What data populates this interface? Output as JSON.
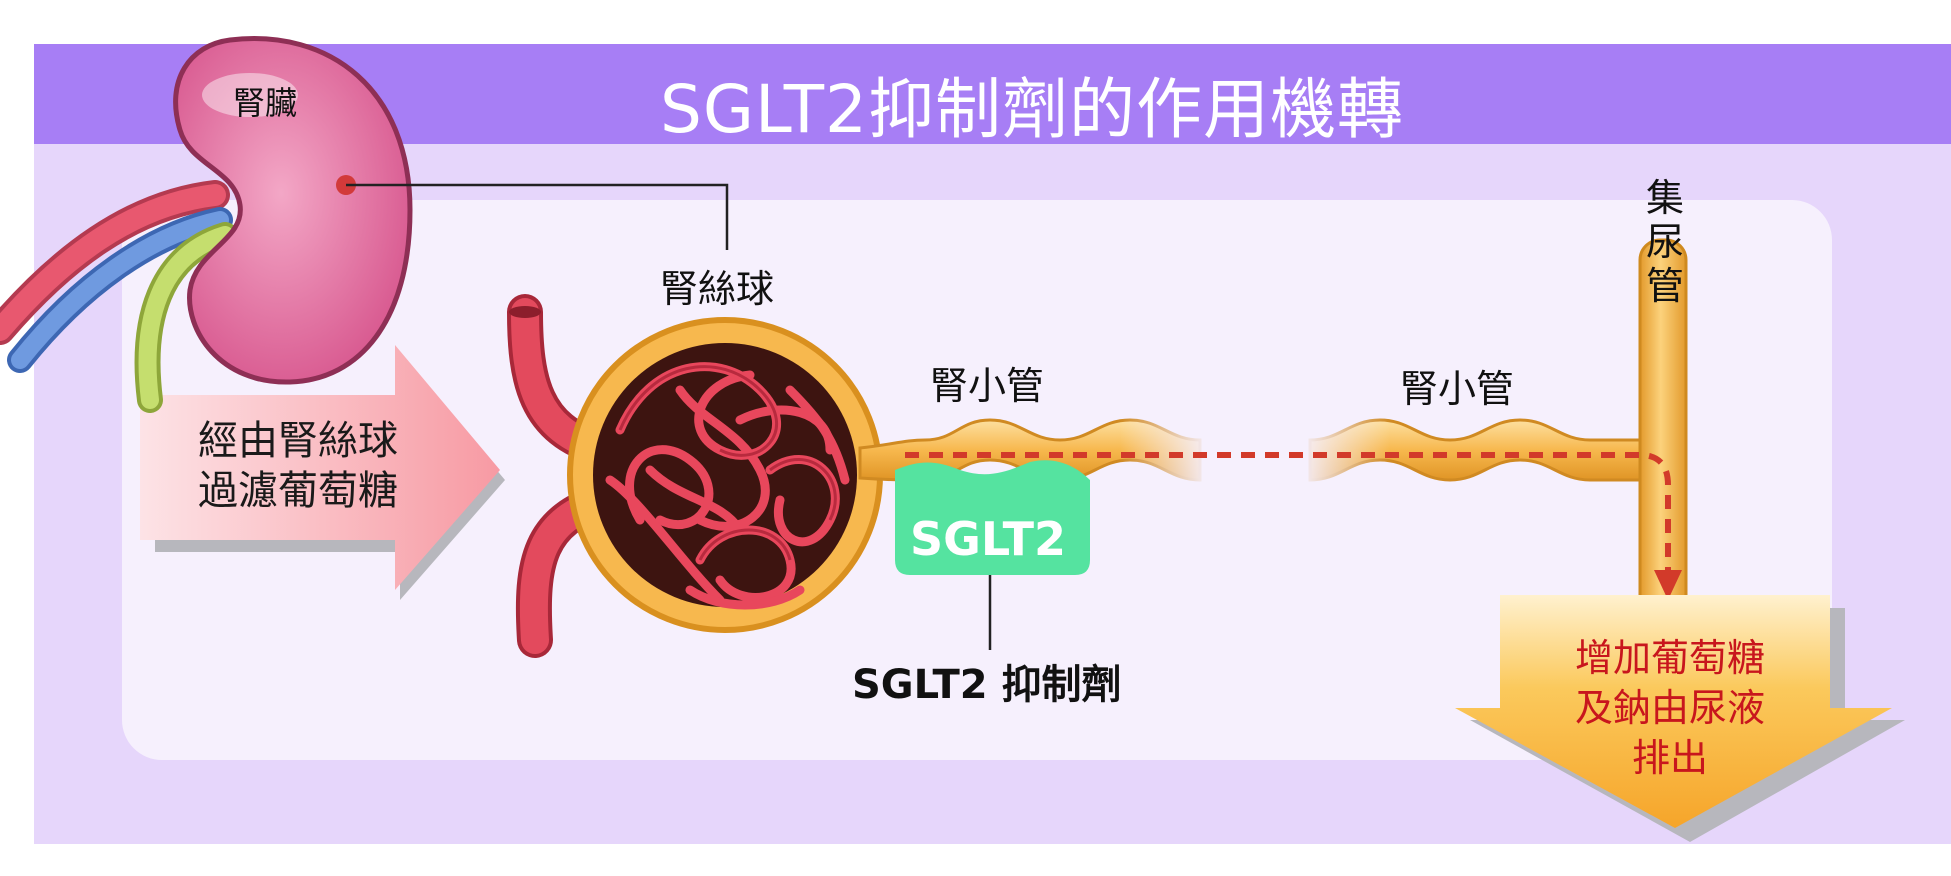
{
  "title": "SGLT2抑制劑的作用機轉",
  "labels": {
    "kidney": "腎臟",
    "glomerulus": "腎絲球",
    "tubule_1": "腎小管",
    "tubule_2": "腎小管",
    "collecting_duct": "集尿管",
    "sglt2_box": "SGLT2",
    "inhibitor": "SGLT2 抑制劑"
  },
  "arrows": {
    "filtration": "經由腎絲球\n過濾葡萄糖",
    "excretion": "增加葡萄糖\n及鈉由尿液\n排出"
  },
  "colors": {
    "header": "#a77ef5",
    "background": "#e6d6fb",
    "panel": "#f6f0fd",
    "kidney": "#e27aa6",
    "tubule": "#f6b24a",
    "sglt2_box": "#55e3a0",
    "flow_dash": "#d23a2a",
    "excretion_text": "#c8161d"
  }
}
